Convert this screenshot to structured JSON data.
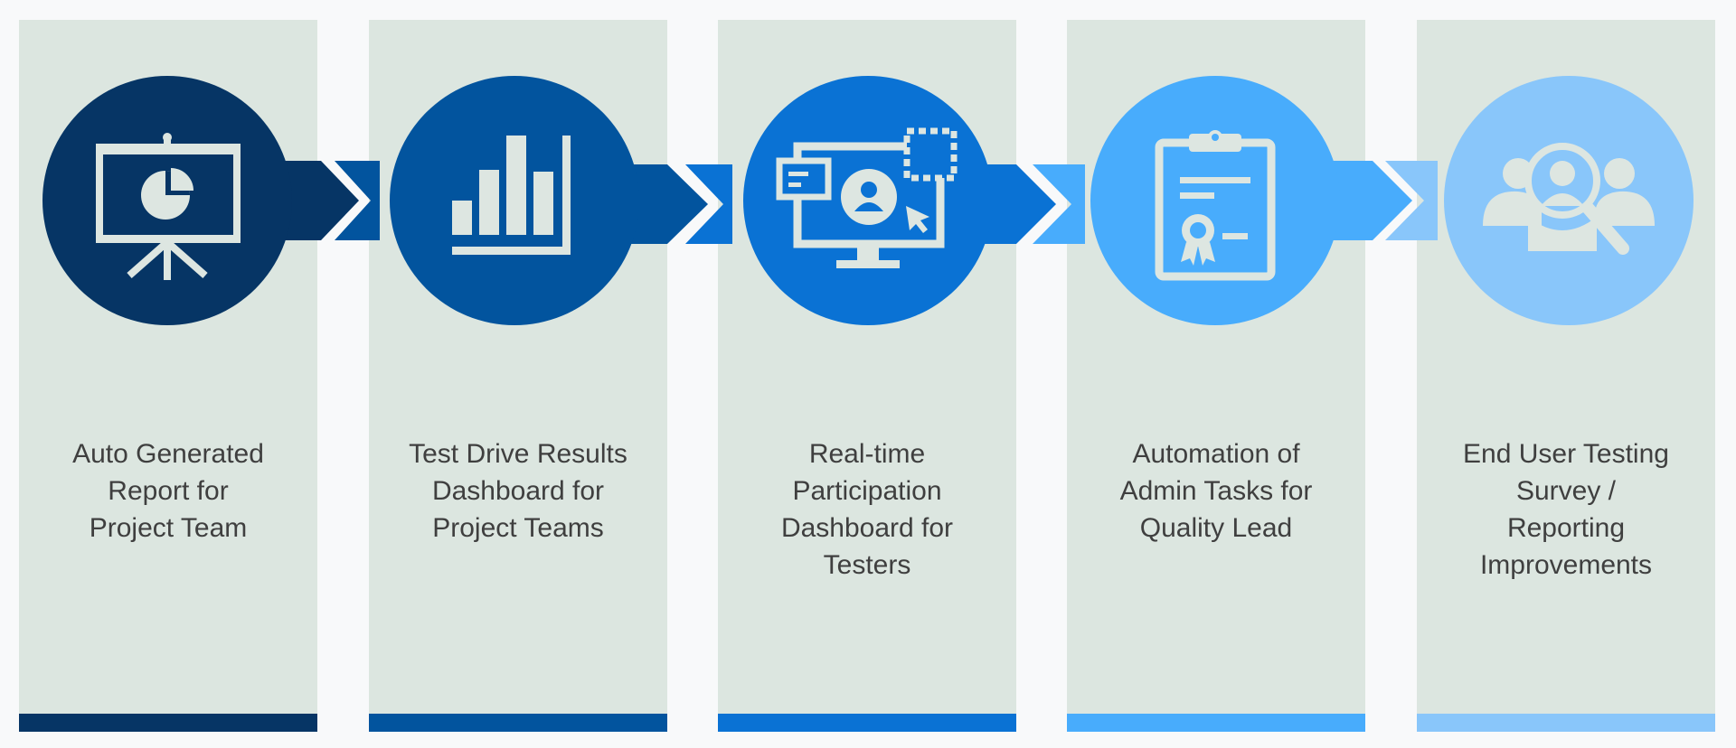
{
  "steps": [
    {
      "label": "Auto Generated\nReport for\nProject Team",
      "icon": "presentation-board-icon",
      "color": "#063565"
    },
    {
      "label": "Test Drive Results\nDashboard for\nProject Teams",
      "icon": "bar-chart-icon",
      "color": "#02549e"
    },
    {
      "label": "Real-time\nParticipation\nDashboard for\nTesters",
      "icon": "monitor-user-icon",
      "color": "#0a72d4"
    },
    {
      "label": "Automation of\nAdmin Tasks for\nQuality Lead",
      "icon": "clipboard-certificate-icon",
      "color": "#48acfc"
    },
    {
      "label": "End User Testing\nSurvey /\nReporting\nImprovements",
      "icon": "user-search-icon",
      "color": "#89c6fa"
    }
  ],
  "icon_color": "#dde6e1"
}
